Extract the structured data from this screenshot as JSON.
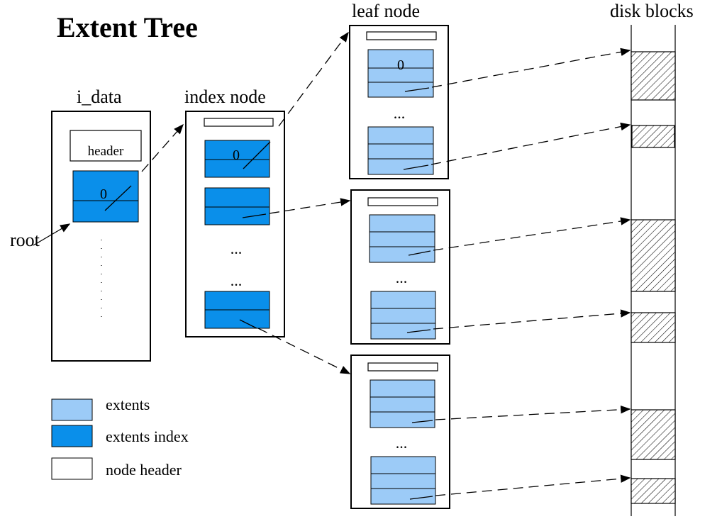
{
  "title": "Extent Tree",
  "labels": {
    "i_data": "i_data",
    "index_node": "index node",
    "leaf_node": "leaf node",
    "disk_blocks": "disk blocks",
    "root": "root",
    "header": "header",
    "zero": "0",
    "ellipsis": "..."
  },
  "legend": [
    {
      "label": "extents",
      "color": "#9ccbf7"
    },
    {
      "label": "extents index",
      "color": "#0a8fea"
    },
    {
      "label": "node header",
      "color": "#ffffff"
    }
  ],
  "colors": {
    "extents": "#9ccbf7",
    "extents_index": "#0a8fea",
    "node_header": "#ffffff"
  }
}
